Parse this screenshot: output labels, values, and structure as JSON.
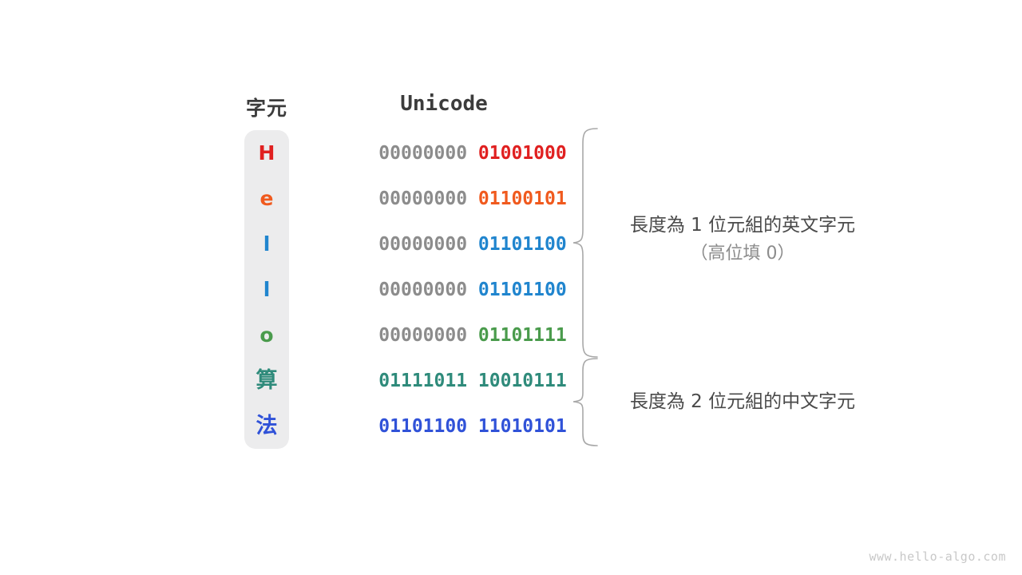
{
  "headers": {
    "character": "字元",
    "encoding": "Unicode"
  },
  "colors": {
    "red": "#e02020",
    "orange": "#f05a1e",
    "blue": "#2085ce",
    "green": "#4a9b4c",
    "teal": "#2f8b7b",
    "darkblue": "#3052d8",
    "high_byte_gray": "#8c8c8c",
    "column_bg": "#ececed",
    "brace": "#a8a8a8",
    "text": "#4a4a4a"
  },
  "rows": [
    {
      "char": "H",
      "color": "#e02020",
      "high": "00000000",
      "low": "01001000",
      "high_gray": true,
      "cjk": false
    },
    {
      "char": "e",
      "color": "#f05a1e",
      "high": "00000000",
      "low": "01100101",
      "high_gray": true,
      "cjk": false
    },
    {
      "char": "l",
      "color": "#2085ce",
      "high": "00000000",
      "low": "01101100",
      "high_gray": true,
      "cjk": false
    },
    {
      "char": "l",
      "color": "#2085ce",
      "high": "00000000",
      "low": "01101100",
      "high_gray": true,
      "cjk": false
    },
    {
      "char": "o",
      "color": "#4a9b4c",
      "high": "00000000",
      "low": "01101111",
      "high_gray": true,
      "cjk": false
    },
    {
      "char": "算",
      "color": "#2f8b7b",
      "high": "01111011",
      "low": "10010111",
      "high_gray": false,
      "cjk": true
    },
    {
      "char": "法",
      "color": "#3052d8",
      "high": "01101100",
      "low": "11010101",
      "high_gray": false,
      "cjk": true
    }
  ],
  "annotations": [
    {
      "line1": "長度為 1 位元組的英文字元",
      "line2": "（高位填 0）",
      "group": "ascii"
    },
    {
      "line1": "長度為 2 位元組的中文字元",
      "line2": "",
      "group": "cjk"
    }
  ],
  "watermark": "www.hello-algo.com"
}
